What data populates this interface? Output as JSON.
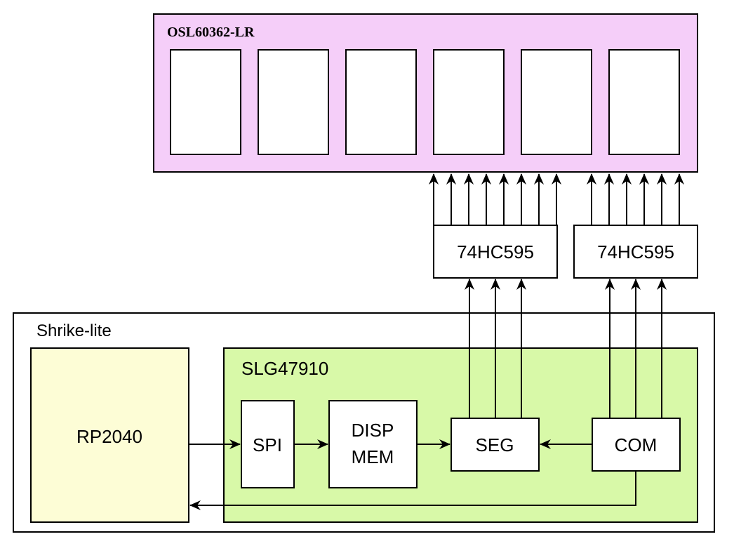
{
  "display": {
    "title": "OSL60362-LR",
    "fill": "#f5cef9",
    "digit_count": 6
  },
  "shift_registers": [
    {
      "label": "74HC595"
    },
    {
      "label": "74HC595"
    }
  ],
  "board": {
    "title": "Shrike-lite"
  },
  "mcu": {
    "label": "RP2040",
    "fill": "#fdfdd6"
  },
  "fpga": {
    "title": "SLG47910",
    "fill": "#d8f9a8"
  },
  "blocks": {
    "spi": "SPI",
    "disp_line1": "DISP",
    "disp_line2": "MEM",
    "seg": "SEG",
    "com": "COM"
  },
  "colors": {
    "stroke": "#000000",
    "mem_text": "#4d4d4d",
    "display_title": "#4d4d4d"
  }
}
